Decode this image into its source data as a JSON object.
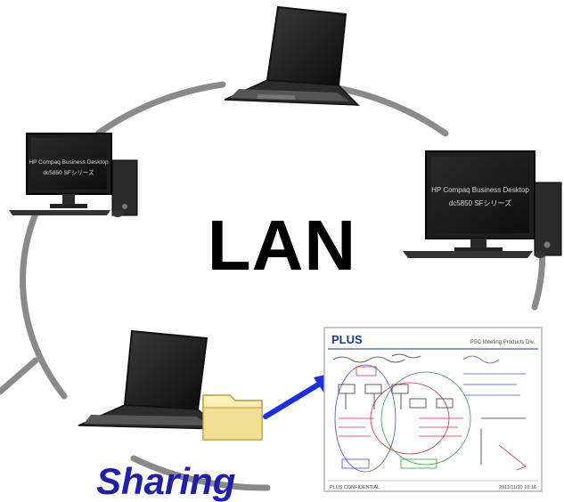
{
  "center_label": "LAN",
  "bottom_caption": "Sharing",
  "desktop_left": {
    "monitor_line1": "HP Compaq Business Desktop",
    "monitor_line2": "dc5850 SFシリーズ"
  },
  "desktop_right": {
    "monitor_line1": "HP Compaq Business Desktop",
    "monitor_line2": "dc5850 SFシリーズ"
  },
  "whiteboard": {
    "brand": "PLUS",
    "header_right": "PSC Meeting Products Div.",
    "footer_left": "PLUS CONFIDENTIAL",
    "footer_right": "2011/11/10  10:16"
  },
  "colors": {
    "ring": "#8a8a8a",
    "arrow": "#1a2fe0",
    "caption": "#1f1fa8",
    "brand": "#1b3a8c"
  },
  "icons": [
    "laptop-icon",
    "desktop-computer-icon",
    "folder-icon",
    "arrow-icon",
    "whiteboard-document-icon"
  ]
}
